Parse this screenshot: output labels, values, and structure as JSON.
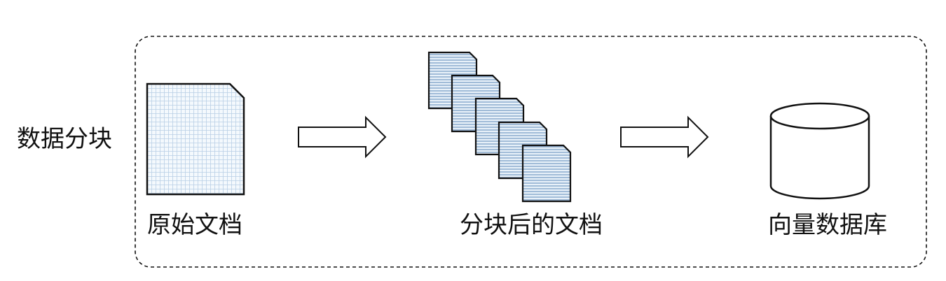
{
  "title": "数据分块",
  "nodes": {
    "raw_doc": {
      "label": "原始文档",
      "icon": "document-grid-icon"
    },
    "chunked_docs": {
      "label": "分块后的文档",
      "icon": "document-stack-icon",
      "count": 5
    },
    "vector_db": {
      "label": "向量数据库",
      "icon": "database-cylinder-icon"
    }
  },
  "edges": [
    {
      "from": "raw_doc",
      "to": "chunked_docs",
      "icon": "arrow-right-icon"
    },
    {
      "from": "chunked_docs",
      "to": "vector_db",
      "icon": "arrow-right-icon"
    }
  ],
  "colors": {
    "stroke": "#111111",
    "doc_fill": "#f4f9fd",
    "grid_line": "#b9cfe6",
    "stack_fill": "#e8f1f9",
    "stack_line": "#5a86b8"
  }
}
